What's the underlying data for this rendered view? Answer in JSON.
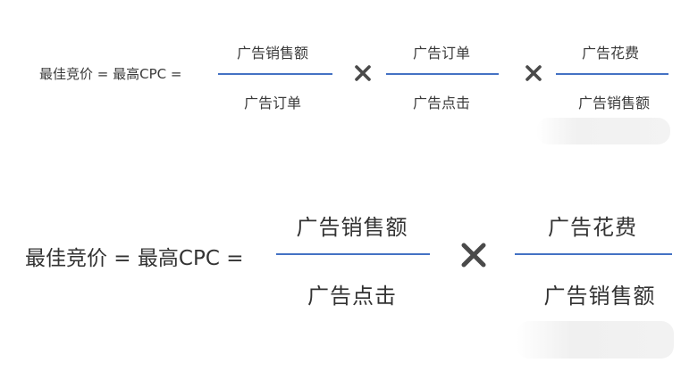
{
  "colors": {
    "fraction_line": "#4472c4",
    "times_sign": "#4a4a4a",
    "text": "#333333"
  },
  "formula_full": {
    "lhs": "最佳竞价 = 最高CPC =",
    "fractions": [
      {
        "numerator": "广告销售额",
        "denominator": "广告订单"
      },
      {
        "numerator": "广告订单",
        "denominator": "广告点击"
      },
      {
        "numerator": "广告花费",
        "denominator": "广告销售额"
      }
    ],
    "operator_icon": "multiply-icon"
  },
  "formula_simplified": {
    "lhs": "最佳竞价 = 最高CPC =",
    "fractions": [
      {
        "numerator": "广告销售额",
        "denominator": "广告点击"
      },
      {
        "numerator": "广告花费",
        "denominator": "广告销售额"
      }
    ],
    "operator_icon": "multiply-icon"
  }
}
